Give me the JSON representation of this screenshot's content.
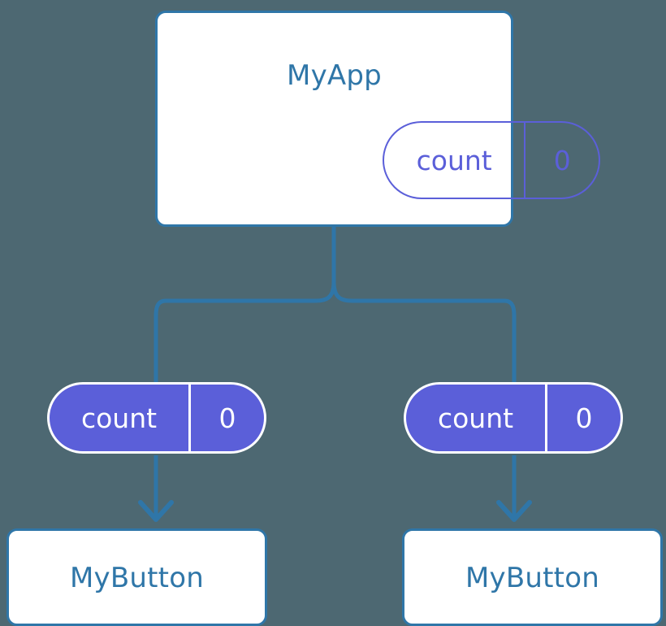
{
  "diagram": {
    "title_text": "MyApp",
    "background_color": "#4d6872",
    "accent_border_color": "#2f76a8",
    "state_color": "#5b5fd9",
    "connector_color": "#2f76a8"
  },
  "root_component": {
    "name": "MyApp",
    "state_pill": {
      "key": "count",
      "value": "0",
      "style": "outline"
    }
  },
  "children": [
    {
      "state_pill": {
        "key": "count",
        "value": "0",
        "style": "filled"
      },
      "component": {
        "name": "MyButton"
      }
    },
    {
      "state_pill": {
        "key": "count",
        "value": "0",
        "style": "filled"
      },
      "component": {
        "name": "MyButton"
      }
    }
  ],
  "connectors": {
    "root_to_children": "tree-fork",
    "pill_to_component": "arrow-down"
  }
}
